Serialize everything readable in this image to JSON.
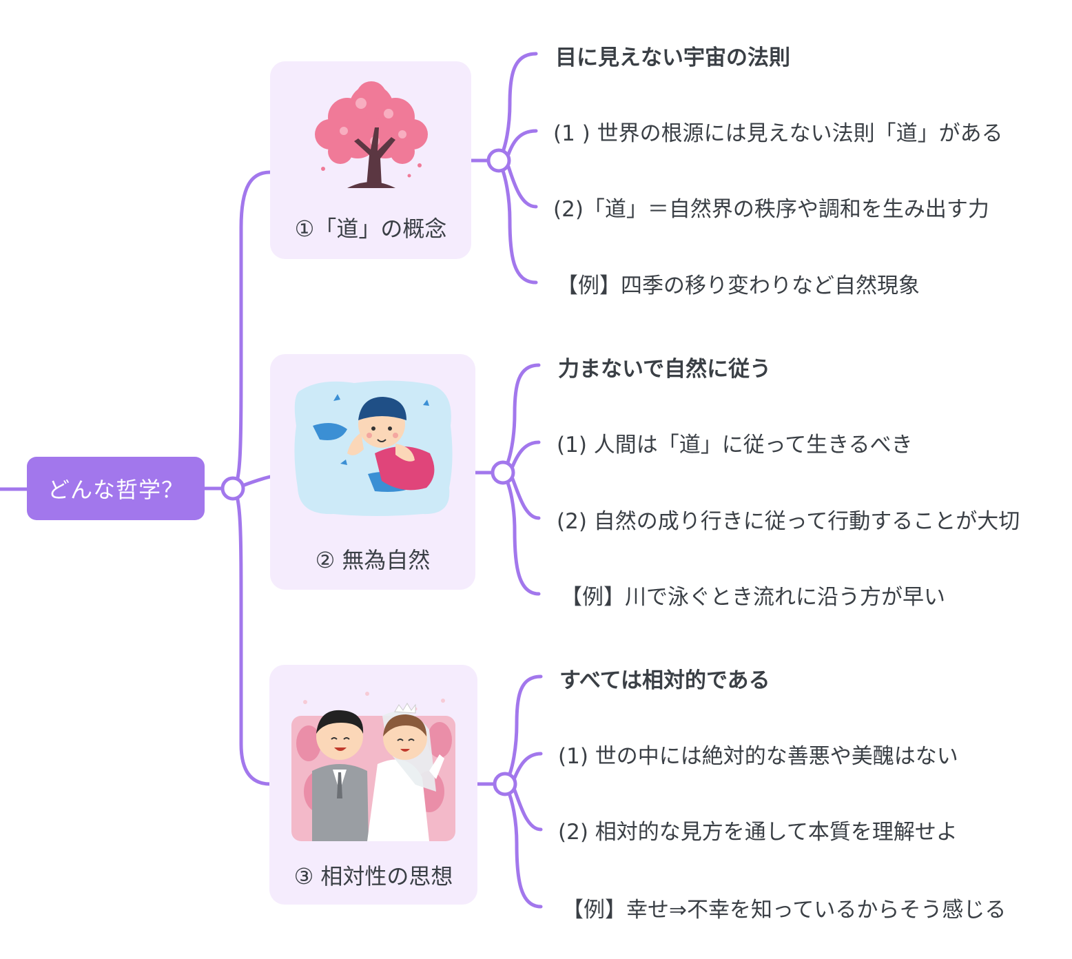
{
  "root": {
    "label": "どんな哲学？"
  },
  "branches": [
    {
      "label": "①「道」の概念",
      "icon": "cherry-blossom-tree-icon",
      "items": [
        "目に見えない宇宙の法則",
        "(1 ) 世界の根源には見えない法則「道」がある",
        "(2)「道」＝自然界の秩序や調和を生み出す力",
        "【例】四季の移り変わりなど自然現象"
      ]
    },
    {
      "label": "② 無為自然",
      "icon": "swimmer-icon",
      "items": [
        "力まないで自然に従う",
        "(1) 人間は「道」に従って生きるべき",
        "(2) 自然の成り行きに従って行動することが大切",
        "【例】川で泳ぐとき流れに沿う方が早い"
      ]
    },
    {
      "label": "③ 相対性の思想",
      "icon": "wedding-couple-icon",
      "items": [
        "すべては相対的である",
        "(1) 世の中には絶対的な善悪や美醜はない",
        "(2) 相対的な見方を通して本質を理解せよ",
        "【例】幸せ⇒不幸を知っているからそう感じる"
      ]
    }
  ],
  "colors": {
    "accent": "#a277ec",
    "card_bg": "#f5ecfd",
    "text": "#3a3f45"
  }
}
